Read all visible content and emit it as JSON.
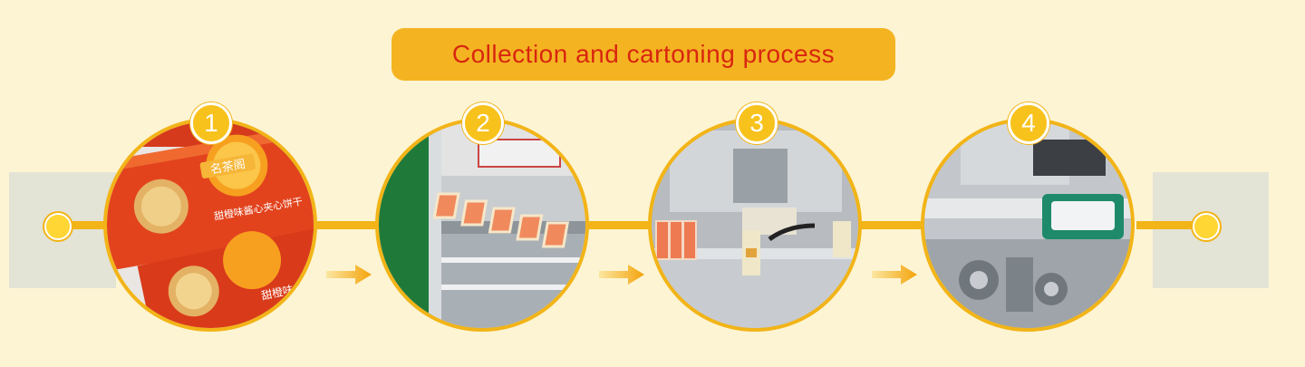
{
  "title": "Collection and cartoning process",
  "steps": [
    {
      "number": "1",
      "icon": "biscuit-package-photo",
      "package_brand": "名茶阁",
      "package_text": "甜橙味酱心夹心饼干",
      "package_text_short": "甜橙味"
    },
    {
      "number": "2",
      "icon": "conveyor-collection-photo"
    },
    {
      "number": "3",
      "icon": "cartoning-machine-photo"
    },
    {
      "number": "4",
      "icon": "carton-sealing-machine-photo"
    }
  ],
  "arrows": [
    "arrow-right-icon",
    "arrow-right-icon",
    "arrow-right-icon"
  ],
  "colors": {
    "background": "#fdf4d3",
    "accent": "#f2b417",
    "title_box": "#f4b422",
    "title_text": "#d8260f"
  }
}
